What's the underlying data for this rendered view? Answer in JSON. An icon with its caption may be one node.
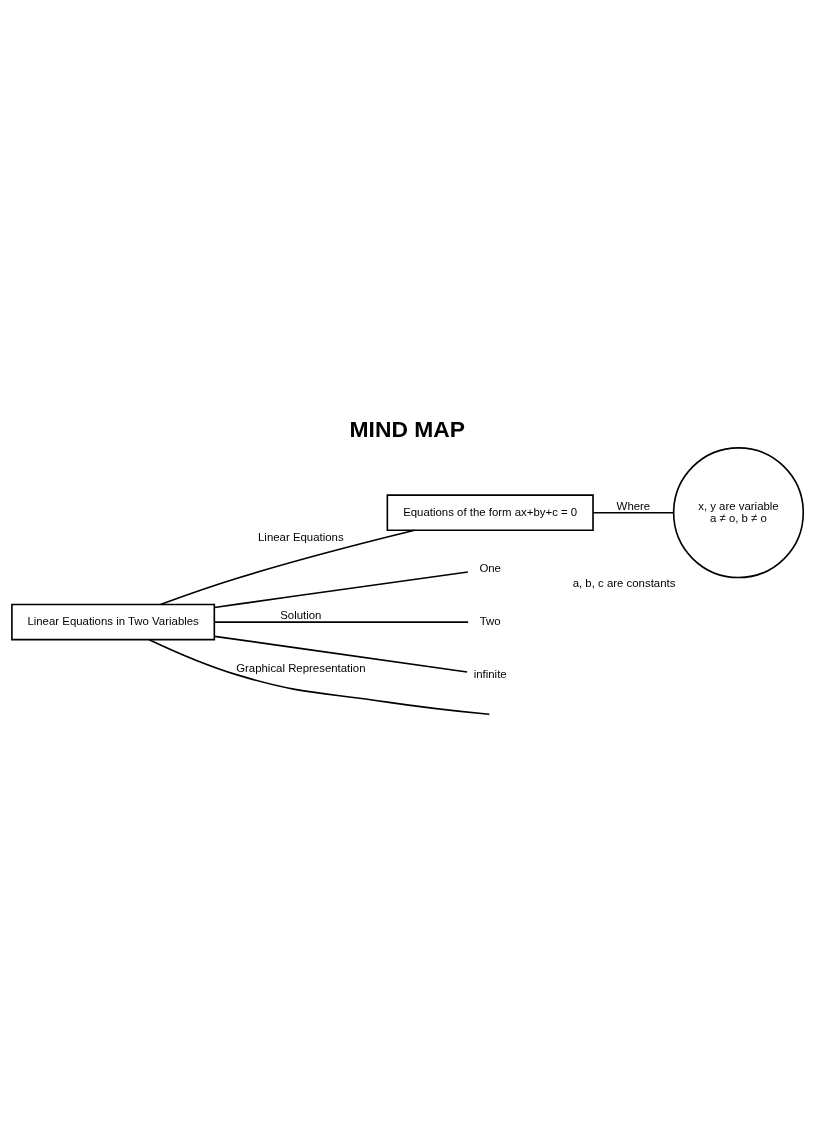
{
  "diagram": {
    "title": "MIND MAP",
    "nodes": [
      {
        "text": [
          "Linear Equations in Two Variables"
        ]
      },
      {
        "text": [
          "Equations of the form ax+by+c = 0"
        ]
      },
      {
        "text": [
          "x, y are variable",
          "a ≠ o, b ≠ o"
        ],
        "beside": [
          "a, b, c are constants"
        ]
      },
      {
        "text": [
          "One"
        ]
      },
      {
        "text": [
          "Two"
        ]
      },
      {
        "text": [
          "infinite"
        ]
      }
    ],
    "edges": [
      {
        "from": 0,
        "to": 1,
        "arrow": "none",
        "label": "Linear Equations"
      },
      {
        "from": 1,
        "to": 2,
        "arrow": "none",
        "label": "Where"
      },
      {
        "from": 0,
        "to": 3,
        "arrow": "none"
      },
      {
        "from": 0,
        "to": 4,
        "arrow": "none",
        "label": "Solution"
      },
      {
        "from": 0,
        "to": 5,
        "arrow": "none"
      },
      {
        "from": 0,
        "to": null,
        "arrow": "none",
        "label": "Graphical Representation"
      }
    ]
  }
}
